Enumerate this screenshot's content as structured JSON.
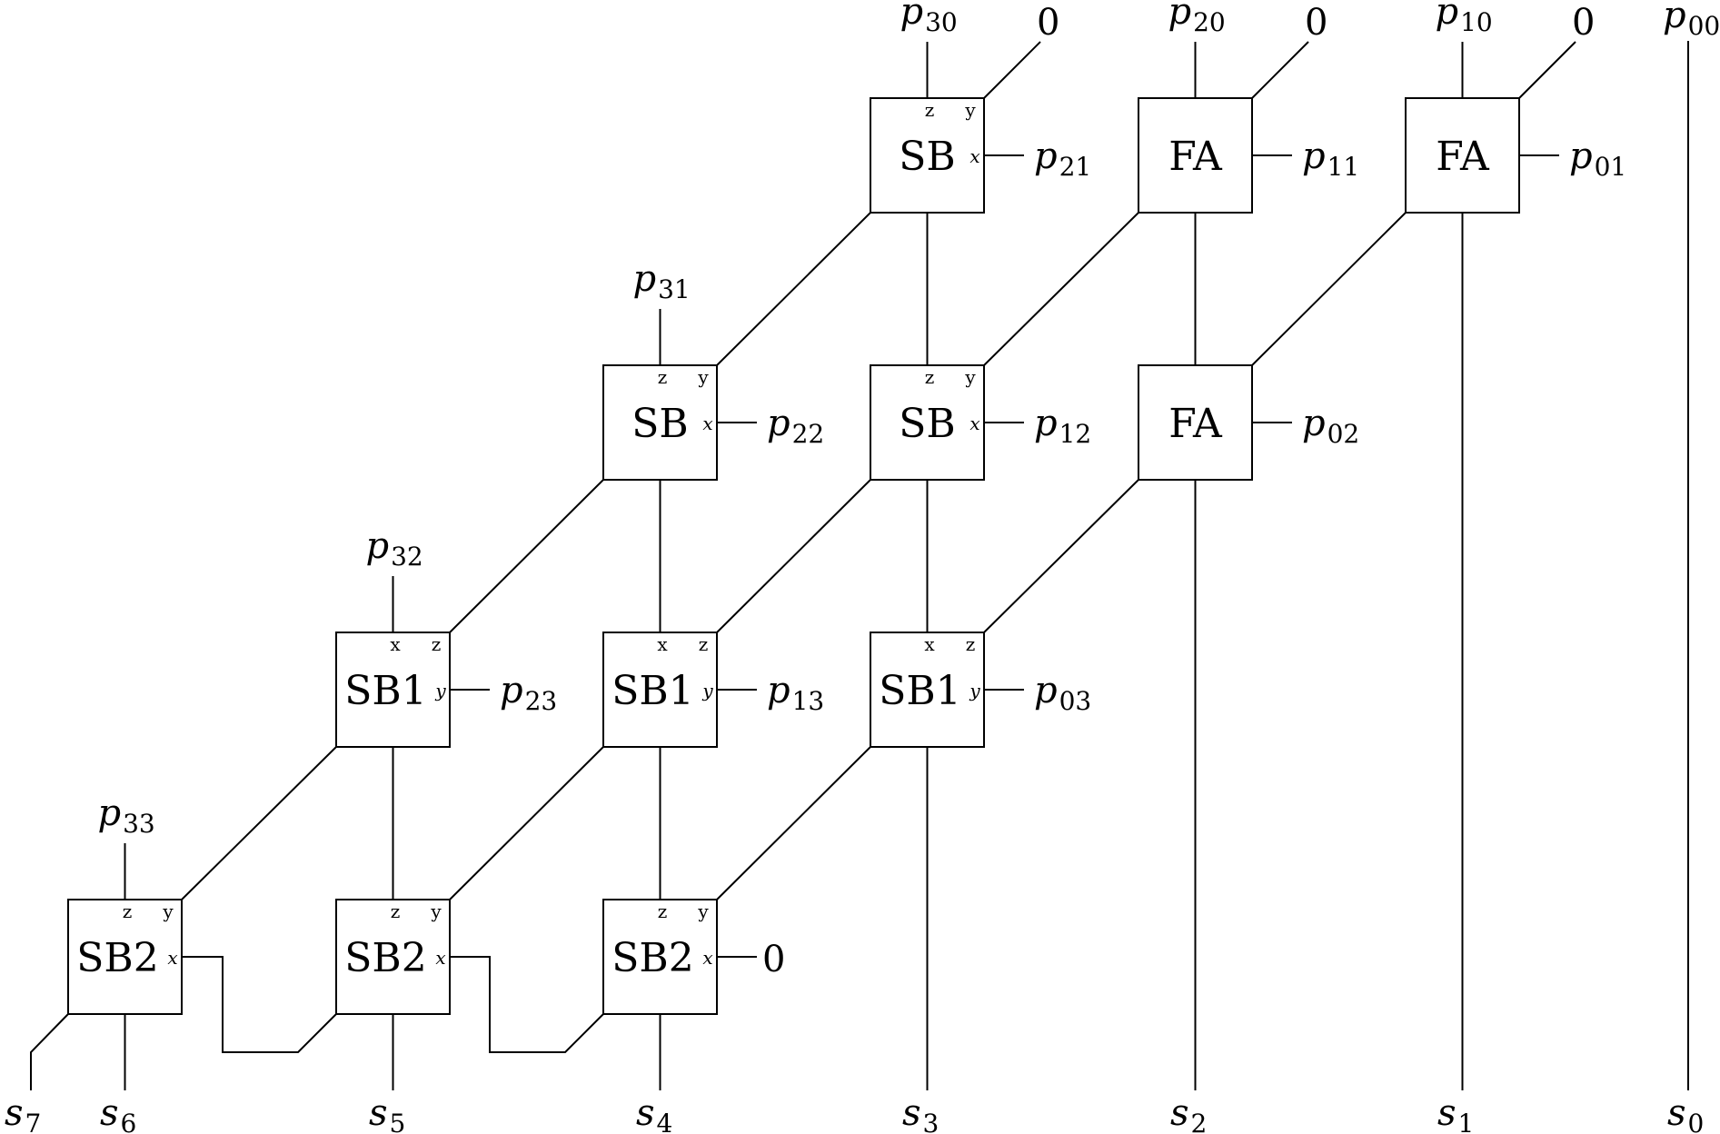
{
  "colors": {
    "stroke": "#000000",
    "background": "#ffffff"
  },
  "constant_input": "0",
  "cells": [
    {
      "id": "c30",
      "label": "SB",
      "top_left": "z",
      "top_right": "y",
      "right": "x",
      "top_input": "p30",
      "top_input_base": "p",
      "top_input_sub": "30",
      "diag_input": "0",
      "right_input": "p21",
      "right_input_base": "p",
      "right_input_sub": "21"
    },
    {
      "id": "c20",
      "label": "FA",
      "top_left": "",
      "top_right": "",
      "right": "",
      "top_input": "p20",
      "top_input_base": "p",
      "top_input_sub": "20",
      "diag_input": "0",
      "right_input": "p11",
      "right_input_base": "p",
      "right_input_sub": "11"
    },
    {
      "id": "c10",
      "label": "FA",
      "top_left": "",
      "top_right": "",
      "right": "",
      "top_input": "p10",
      "top_input_base": "p",
      "top_input_sub": "10",
      "diag_input": "0",
      "right_input": "p01",
      "right_input_base": "p",
      "right_input_sub": "01"
    },
    {
      "id": "c31",
      "label": "SB",
      "top_left": "z",
      "top_right": "y",
      "right": "x",
      "top_input": "p31",
      "top_input_base": "p",
      "top_input_sub": "31",
      "right_input": "p22",
      "right_input_base": "p",
      "right_input_sub": "22"
    },
    {
      "id": "c21",
      "label": "SB",
      "top_left": "z",
      "top_right": "y",
      "right": "x",
      "right_input": "p12",
      "right_input_base": "p",
      "right_input_sub": "12"
    },
    {
      "id": "c11",
      "label": "FA",
      "top_left": "",
      "top_right": "",
      "right": "",
      "right_input": "p02",
      "right_input_base": "p",
      "right_input_sub": "02"
    },
    {
      "id": "c32",
      "label": "SB1",
      "top_left": "x",
      "top_right": "z",
      "right": "y",
      "top_input": "p32",
      "top_input_base": "p",
      "top_input_sub": "32",
      "right_input": "p23",
      "right_input_base": "p",
      "right_input_sub": "23"
    },
    {
      "id": "c22",
      "label": "SB1",
      "top_left": "x",
      "top_right": "z",
      "right": "y",
      "right_input": "p13",
      "right_input_base": "p",
      "right_input_sub": "13"
    },
    {
      "id": "c12",
      "label": "SB1",
      "top_left": "x",
      "top_right": "z",
      "right": "y",
      "right_input": "p03",
      "right_input_base": "p",
      "right_input_sub": "03"
    },
    {
      "id": "c33",
      "label": "SB2",
      "top_left": "z",
      "top_right": "y",
      "right": "x",
      "top_input": "p33",
      "top_input_base": "p",
      "top_input_sub": "33"
    },
    {
      "id": "c23",
      "label": "SB2",
      "top_left": "z",
      "top_right": "y",
      "right": "x"
    },
    {
      "id": "c13",
      "label": "SB2",
      "top_left": "z",
      "top_right": "y",
      "right": "x",
      "right_input": "0"
    }
  ],
  "p00": {
    "text": "p00",
    "base": "p",
    "sub": "00"
  },
  "outputs": [
    {
      "text": "s7",
      "base": "s",
      "sub": "7"
    },
    {
      "text": "s6",
      "base": "s",
      "sub": "6"
    },
    {
      "text": "s5",
      "base": "s",
      "sub": "5"
    },
    {
      "text": "s4",
      "base": "s",
      "sub": "4"
    },
    {
      "text": "s3",
      "base": "s",
      "sub": "3"
    },
    {
      "text": "s2",
      "base": "s",
      "sub": "2"
    },
    {
      "text": "s1",
      "base": "s",
      "sub": "1"
    },
    {
      "text": "s0",
      "base": "s",
      "sub": "0"
    }
  ]
}
